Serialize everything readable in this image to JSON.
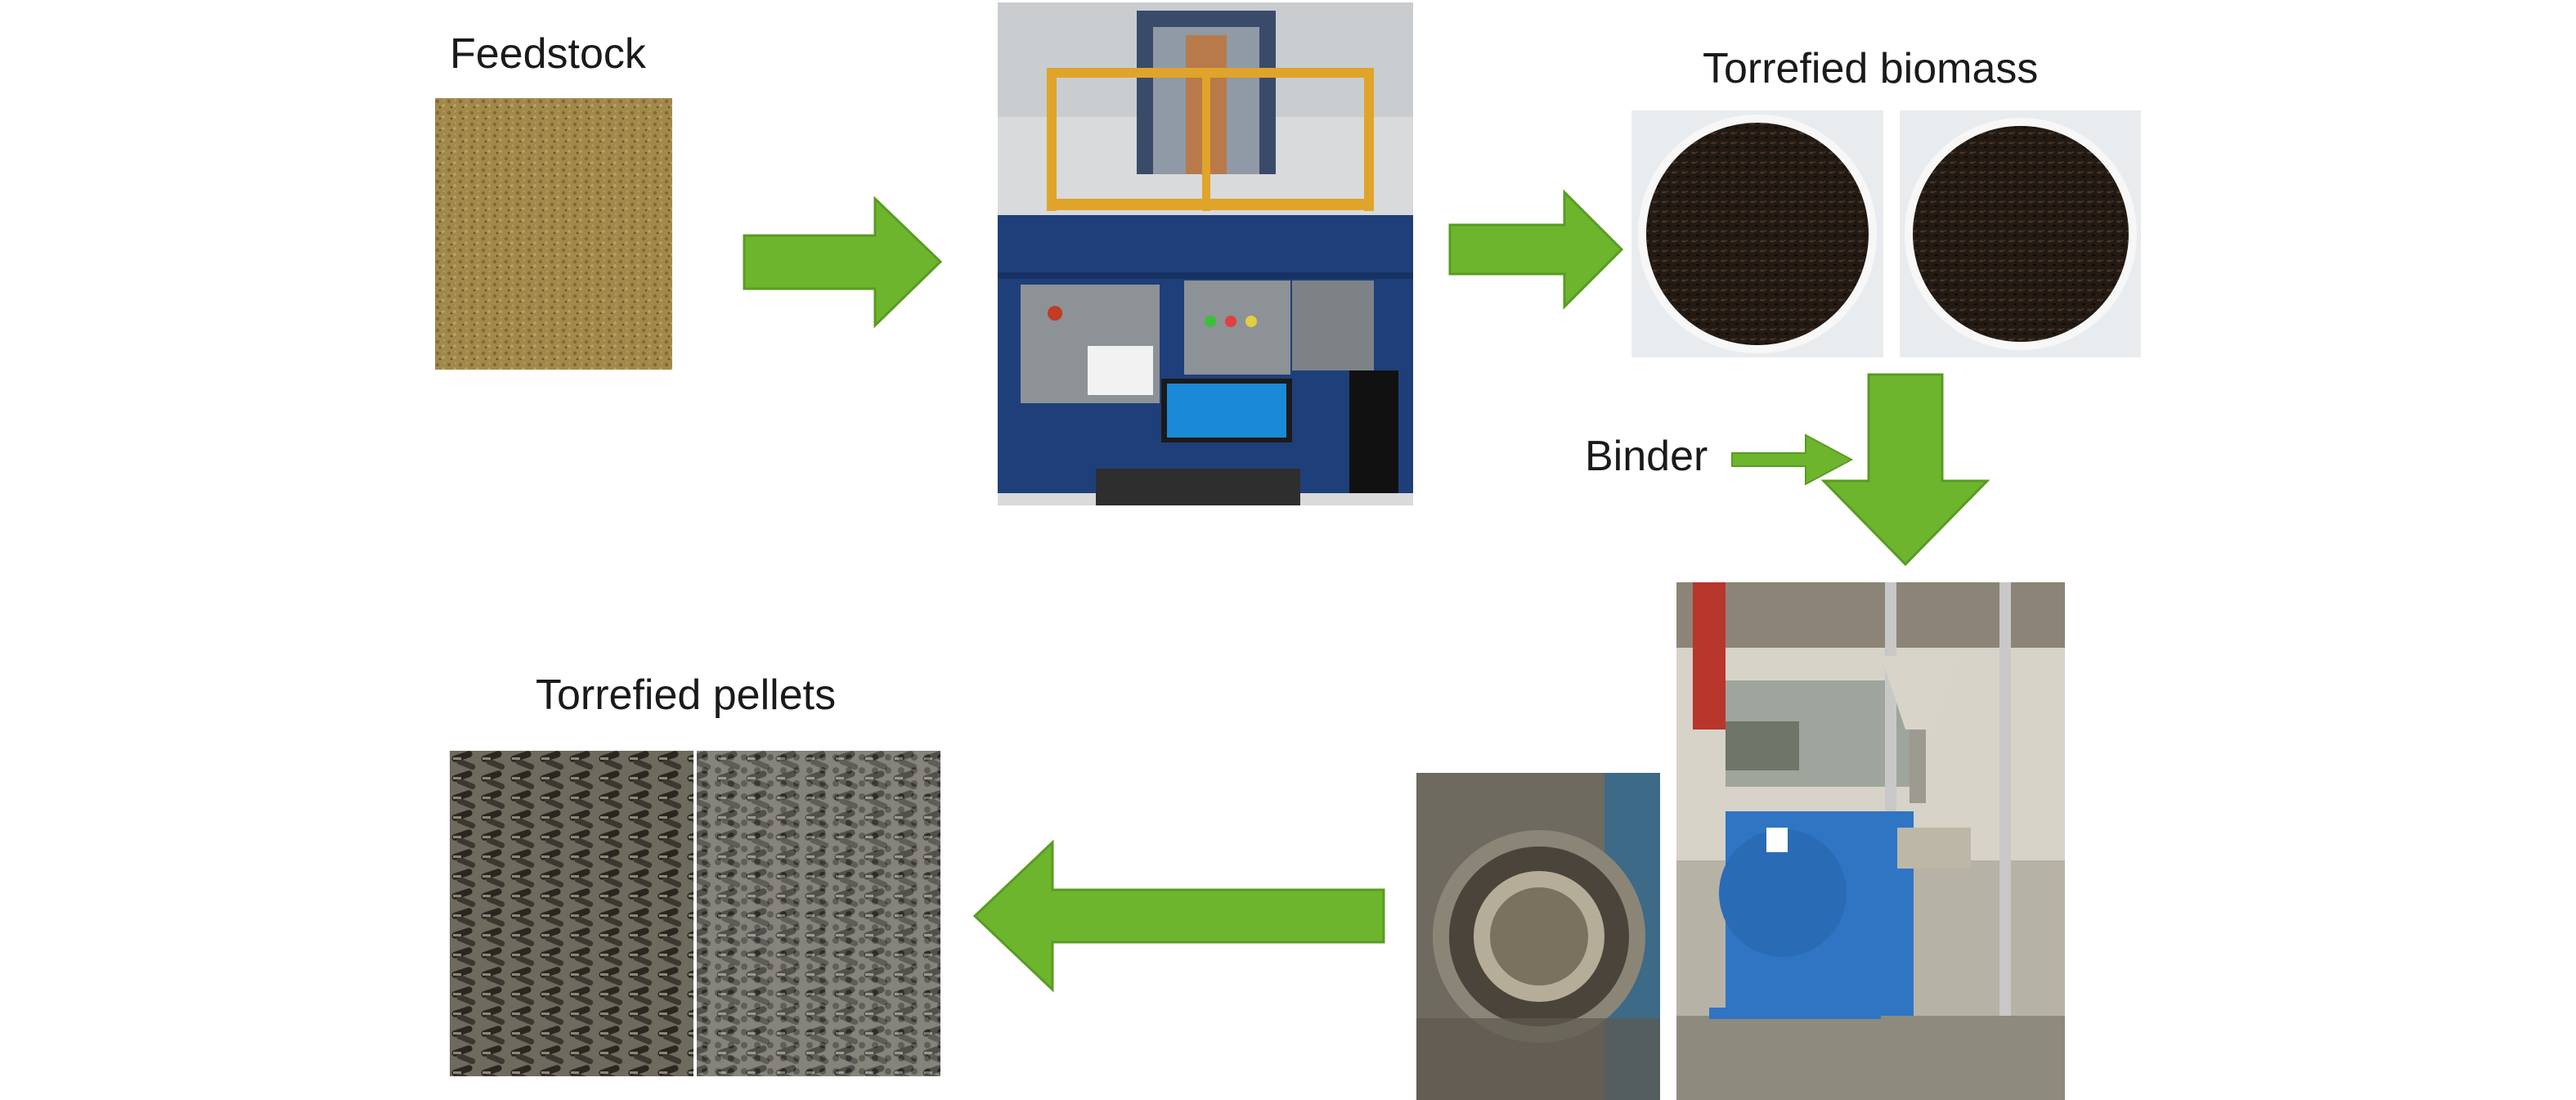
{
  "labels": {
    "feedstock": "Feedstock",
    "torrefied_biomass": "Torrefied biomass",
    "binder": "Binder",
    "torrefied_pellets": "Torrefied pellets"
  },
  "icons": {
    "flow_arrow": "green-block-arrow",
    "binder_arrow": "green-thin-arrow"
  },
  "colors": {
    "arrow_green": "#6cb52d",
    "arrow_green_edge": "#5a9b22",
    "background": "#ffffff",
    "text": "#1a1a1a"
  }
}
